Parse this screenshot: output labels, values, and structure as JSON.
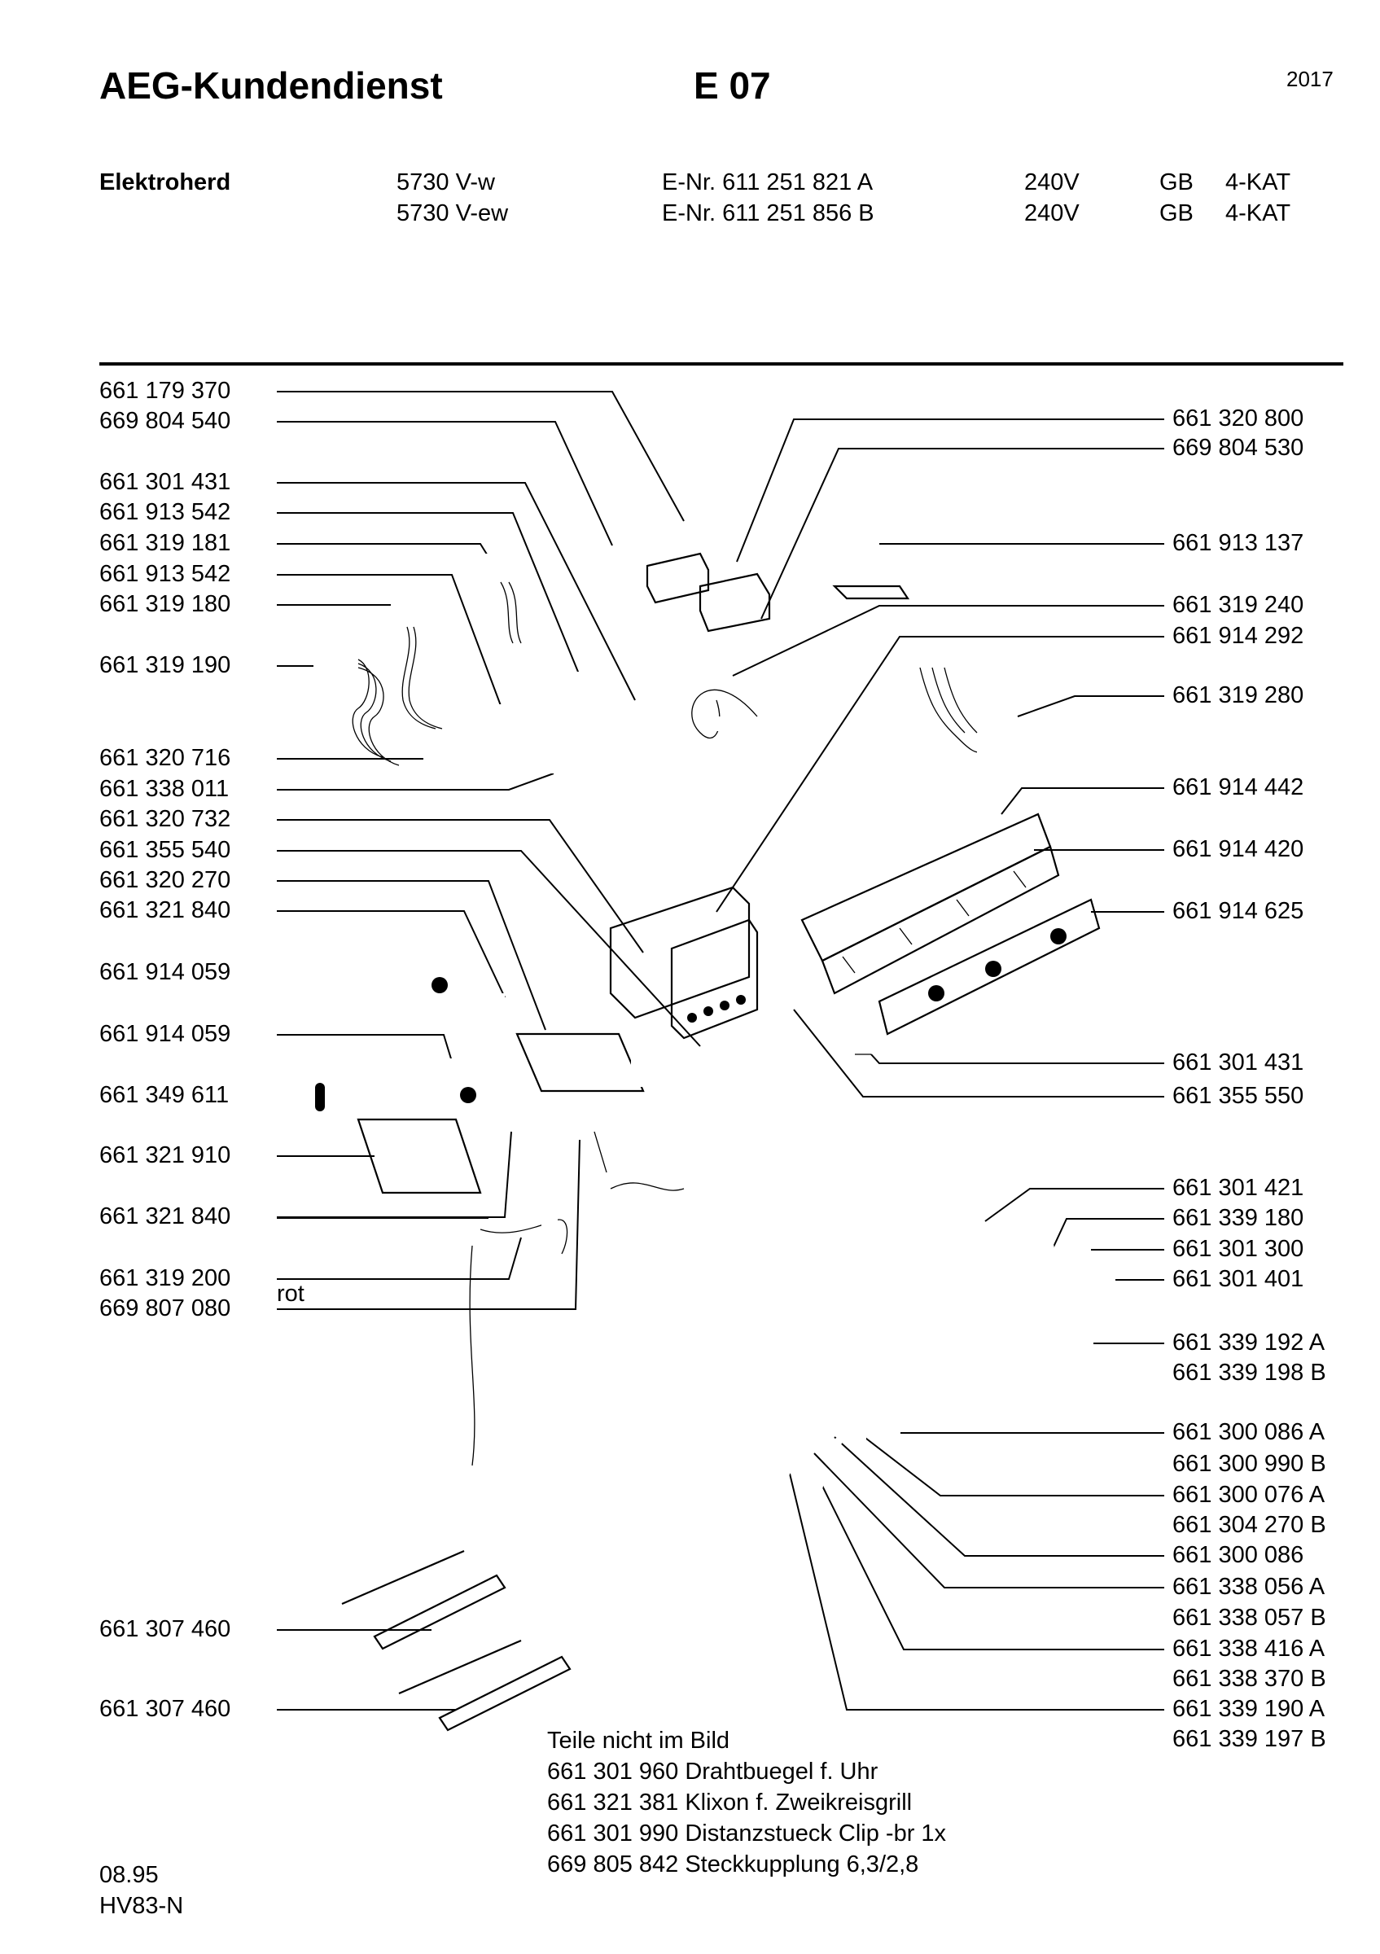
{
  "header": {
    "brand": "AEG-Kundendienst",
    "code": "E 07",
    "year": "2017"
  },
  "appliance": {
    "label": "Elektroherd",
    "models": [
      {
        "model": "5730 V-w",
        "enr": "E-Nr. 611 251 821 A",
        "voltage": "240V",
        "country": "GB",
        "kat": "4-KAT"
      },
      {
        "model": "5730 V-ew",
        "enr": "E-Nr. 611 251 856 B",
        "voltage": "240V",
        "country": "GB",
        "kat": "4-KAT"
      }
    ]
  },
  "left_parts": [
    "661 179 370",
    "669 804 540",
    "661 301 431",
    "661 913 542",
    "661 319 181",
    "661 913 542",
    "661 319 180",
    "661 319 190",
    "661 320 716",
    "661 338 011",
    "661 320 732",
    "661 355 540",
    "661 320 270",
    "661 321 840",
    "661 914 059",
    "661 914 059",
    "661 349 611",
    "661 321 910",
    "661 321 840",
    "661 319 200",
    "669 807 080",
    "661 307 460",
    "661 307 460"
  ],
  "rot_label": "rot",
  "right_parts": [
    "661 320 800",
    "669 804 530",
    "661 913 137",
    "661 319 240",
    "661 914 292",
    "661 319 280",
    "661 914 442",
    "661 914 420",
    "661 914 625",
    "661 301 431",
    "661 355 550",
    "661 301 421",
    "661 339 180",
    "661 301 300",
    "661 301 401",
    "661 339 192 A",
    "661 339 198 B",
    "661 300 086 A",
    "661 300 990 B",
    "661 300 076 A",
    "661 304 270 B",
    "661 300 086",
    "661 338 056 A",
    "661 338 057 B",
    "661 338 416 A",
    "661 338 370 B",
    "661 339 190 A",
    "661 339 197 B"
  ],
  "not_shown": {
    "heading": "Teile nicht im Bild",
    "items": [
      "661 301 960 Drahtbuegel f. Uhr",
      "661 321 381 Klixon f. Zweikreisgrill",
      "661 301 990 Distanzstueck Clip -br  1x",
      "669 805 842 Steckkupplung 6,3/2,8"
    ]
  },
  "footer": {
    "date": "08.95",
    "doc": "HV83-N"
  }
}
